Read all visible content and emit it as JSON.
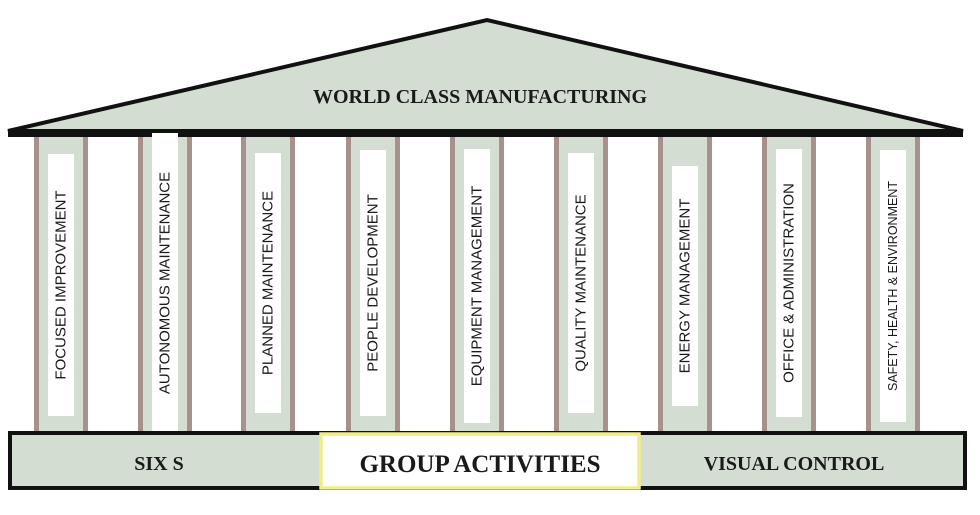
{
  "roof": {
    "title": "WORLD CLASS MANUFACTURING"
  },
  "pillars": [
    {
      "label": "FOCUSED IMPROVEMENT"
    },
    {
      "label": "AUTONOMOUS MAINTENANCE"
    },
    {
      "label": "PLANNED MAINTENANCE"
    },
    {
      "label": "PEOPLE DEVELOPMENT"
    },
    {
      "label": "EQUIPMENT MANAGEMENT"
    },
    {
      "label": "QUALITY MAINTENANCE"
    },
    {
      "label": "ENERGY MANAGEMENT"
    },
    {
      "label": "OFFICE & ADMINISTRATION"
    },
    {
      "label": "SAFETY, HEALTH & ENVIRONMENT"
    }
  ],
  "base": {
    "left": "SIX S",
    "center": "GROUP ACTIVITIES",
    "right": "VISUAL CONTROL"
  },
  "colors": {
    "fill": "#d3ddd2",
    "outline": "#111111",
    "post": "#a8918b",
    "label_bg": "#ffffff",
    "highlight_border": "#f3ec8a"
  }
}
